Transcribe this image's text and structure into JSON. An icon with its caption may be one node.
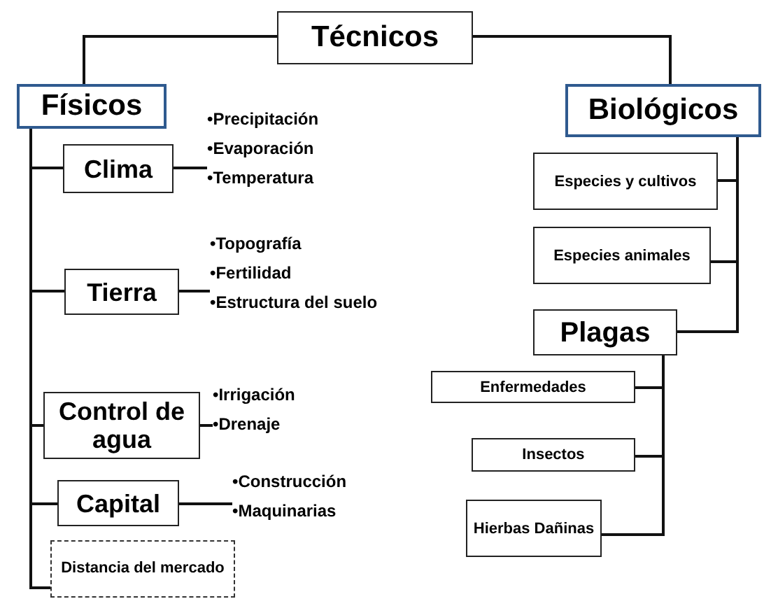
{
  "diagram": {
    "nodes": [
      {
        "text": [
          "Técnicos"
        ]
      },
      {
        "text": [
          "Físicos"
        ]
      },
      {
        "text": [
          "Clima"
        ]
      },
      {
        "text": [
          "•Precipitación",
          "•Evaporación",
          "•Temperatura"
        ]
      },
      {
        "text": [
          "Tierra"
        ]
      },
      {
        "text": [
          "•Topografía",
          "•Fertilidad",
          "•Estructura del suelo"
        ]
      },
      {
        "text": [
          "Control de agua"
        ]
      },
      {
        "text": [
          "•Irrigación",
          "•Drenaje"
        ]
      },
      {
        "text": [
          "Capital"
        ]
      },
      {
        "text": [
          "•Construcción",
          "•Maquinarias"
        ]
      },
      {
        "text": [
          "Distancia del mercado"
        ]
      },
      {
        "text": [
          "Biológicos"
        ]
      },
      {
        "text": [
          "Especies y cultivos"
        ]
      },
      {
        "text": [
          "Especies animales"
        ]
      },
      {
        "text": [
          "Plagas"
        ]
      },
      {
        "text": [
          "Enfermedades"
        ]
      },
      {
        "text": [
          "Insectos"
        ]
      },
      {
        "text": [
          "Hierbas Dañinas"
        ]
      }
    ],
    "edges": [
      {
        "from": 0,
        "to": 1,
        "arrow": "none"
      },
      {
        "from": 0,
        "to": 11,
        "arrow": "none"
      },
      {
        "from": 1,
        "to": 2,
        "arrow": "none"
      },
      {
        "from": 1,
        "to": 4,
        "arrow": "none"
      },
      {
        "from": 1,
        "to": 6,
        "arrow": "none"
      },
      {
        "from": 1,
        "to": 8,
        "arrow": "none"
      },
      {
        "from": 1,
        "to": 10,
        "arrow": "none"
      },
      {
        "from": 2,
        "to": 3,
        "arrow": "none"
      },
      {
        "from": 4,
        "to": 5,
        "arrow": "none"
      },
      {
        "from": 6,
        "to": 7,
        "arrow": "none"
      },
      {
        "from": 8,
        "to": 9,
        "arrow": "none"
      },
      {
        "from": 11,
        "to": 12,
        "arrow": "none"
      },
      {
        "from": 11,
        "to": 13,
        "arrow": "none"
      },
      {
        "from": 11,
        "to": 14,
        "arrow": "none"
      },
      {
        "from": 14,
        "to": 15,
        "arrow": "none"
      },
      {
        "from": 14,
        "to": 16,
        "arrow": "none"
      },
      {
        "from": 14,
        "to": 17,
        "arrow": "none"
      }
    ]
  }
}
